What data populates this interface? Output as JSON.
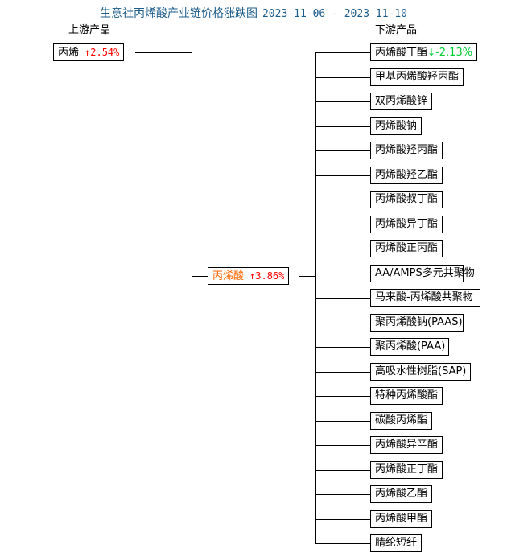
{
  "title": {
    "main": "生意社丙烯酸产业链价格涨跌图",
    "dates": "2023-11-06 - 2023-11-10",
    "color": "#1a5b8a"
  },
  "columns": {
    "upstream_header": "上游产品",
    "downstream_header": "下游产品"
  },
  "colors": {
    "up": "#ff0000",
    "down": "#00cc33",
    "center_node_text": "#ff6600",
    "line": "#000000",
    "title": "#1a5b8a"
  },
  "upstream": {
    "name": "丙烯",
    "arrow": "↑",
    "change": "2.54%",
    "direction": "up"
  },
  "center": {
    "name": "丙烯酸",
    "arrow": "↑",
    "change": "3.86%",
    "direction": "up"
  },
  "downstream": [
    {
      "name": "丙烯酸丁酯",
      "arrow": "↓",
      "change": "-2.13%",
      "direction": "down",
      "width": 133
    },
    {
      "name": "甲基丙烯酸羟丙酯",
      "arrow": "",
      "change": "",
      "direction": "none",
      "width": 116
    },
    {
      "name": "双丙烯酸锌",
      "arrow": "",
      "change": "",
      "direction": "none",
      "width": 77
    },
    {
      "name": "丙烯酸钠",
      "arrow": "",
      "change": "",
      "direction": "none",
      "width": 64
    },
    {
      "name": "丙烯酸羟丙酯",
      "arrow": "",
      "change": "",
      "direction": "none",
      "width": 90
    },
    {
      "name": "丙烯酸羟乙酯",
      "arrow": "",
      "change": "",
      "direction": "none",
      "width": 90
    },
    {
      "name": "丙烯酸叔丁酯",
      "arrow": "",
      "change": "",
      "direction": "none",
      "width": 90
    },
    {
      "name": "丙烯酸异丁酯",
      "arrow": "",
      "change": "",
      "direction": "none",
      "width": 90
    },
    {
      "name": "丙烯酸正丙酯",
      "arrow": "",
      "change": "",
      "direction": "none",
      "width": 90
    },
    {
      "name": "AA/AMPS多元共聚物",
      "arrow": "",
      "change": "",
      "direction": "none",
      "width": 116
    },
    {
      "name": "马来酸-丙烯酸共聚物",
      "arrow": "",
      "change": "",
      "direction": "none",
      "width": 137
    },
    {
      "name": "聚丙烯酸钠(PAAS)",
      "arrow": "",
      "change": "",
      "direction": "none",
      "width": 116
    },
    {
      "name": "聚丙烯酸(PAA)",
      "arrow": "",
      "change": "",
      "direction": "none",
      "width": 98
    },
    {
      "name": "高吸水性树脂(SAP)",
      "arrow": "",
      "change": "",
      "direction": "none",
      "width": 125
    },
    {
      "name": "特种丙烯酸酯",
      "arrow": "",
      "change": "",
      "direction": "none",
      "width": 90
    },
    {
      "name": "碳酸丙烯酯",
      "arrow": "",
      "change": "",
      "direction": "none",
      "width": 77
    },
    {
      "name": "丙烯酸异辛酯",
      "arrow": "",
      "change": "",
      "direction": "none",
      "width": 90
    },
    {
      "name": "丙烯酸正丁酯",
      "arrow": "",
      "change": "",
      "direction": "none",
      "width": 90
    },
    {
      "name": "丙烯酸乙酯",
      "arrow": "",
      "change": "",
      "direction": "none",
      "width": 77
    },
    {
      "name": "丙烯酸甲酯",
      "arrow": "",
      "change": "",
      "direction": "none",
      "width": 77
    },
    {
      "name": "腈纶短纤",
      "arrow": "",
      "change": "",
      "direction": "none",
      "width": 64
    }
  ]
}
